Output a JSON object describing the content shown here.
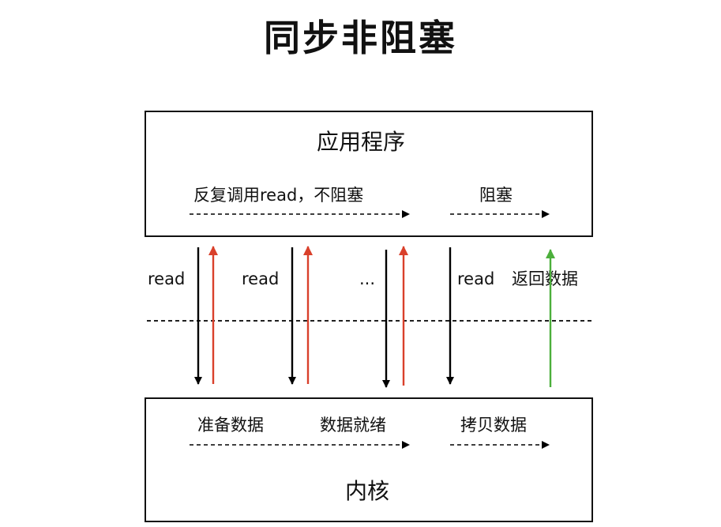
{
  "title": "同步非阻塞",
  "application": {
    "title": "应用程序",
    "phase_poll": "反复调用read，不阻塞",
    "phase_block": "阻塞"
  },
  "kernel": {
    "title": "内核",
    "phase_prepare": "准备数据",
    "phase_ready": "数据就绪",
    "phase_copy": "拷贝数据"
  },
  "calls": [
    {
      "label": "read"
    },
    {
      "label": "read"
    },
    {
      "label": "..."
    },
    {
      "label": "read"
    }
  ],
  "return_label": "返回数据",
  "colors": {
    "request_arrow": "#000000",
    "poll_return_arrow": "#d9402b",
    "data_return_arrow": "#4caf3c",
    "border": "#111111"
  }
}
